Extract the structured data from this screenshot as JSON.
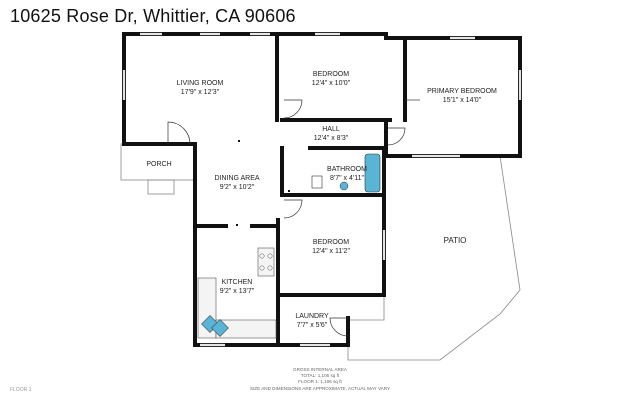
{
  "header": {
    "address": "10625 Rose Dr, Whittier, CA 90606"
  },
  "rooms": [
    {
      "key": "living",
      "name": "LIVING ROOM",
      "dims": "17'9\" x 12'3\""
    },
    {
      "key": "bed1",
      "name": "BEDROOM",
      "dims": "12'4\" x 10'0\""
    },
    {
      "key": "primary",
      "name": "PRIMARY BEDROOM",
      "dims": "15'1\" x 14'0\""
    },
    {
      "key": "hall",
      "name": "HALL",
      "dims": "12'4\" x 8'3\""
    },
    {
      "key": "porch",
      "name": "PORCH",
      "dims": ""
    },
    {
      "key": "dining",
      "name": "DINING AREA",
      "dims": "9'2\" x 10'2\""
    },
    {
      "key": "bath",
      "name": "BATHROOM",
      "dims": "8'7\" x 4'11\""
    },
    {
      "key": "bed2",
      "name": "BEDROOM",
      "dims": "12'4\" x 11'2\""
    },
    {
      "key": "patio",
      "name": "PATIO",
      "dims": ""
    },
    {
      "key": "kitchen",
      "name": "KITCHEN",
      "dims": "9'2\" x 13'7\""
    },
    {
      "key": "laundry",
      "name": "LAUNDRY",
      "dims": "7'7\" x 5'6\""
    }
  ],
  "footer": {
    "area_title": "GROSS INTERNAL AREA",
    "total": "TOTAL: 1,106 sq ft",
    "floor1": "FLOOR 1: 1,106 sq ft",
    "disclaimer": "SIZE AND DIMENSIONS ARE APPROXIMATE, ACTUAL MAY VARY",
    "floor_tag": "FLOOR 1"
  },
  "colors": {
    "wall": "#111111",
    "window": "#9a9a9a",
    "fixture": "#5ab4d6"
  }
}
